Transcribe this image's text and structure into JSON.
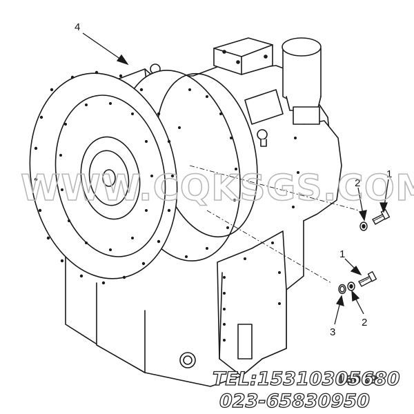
{
  "callouts": {
    "c4": "4",
    "c1_top": "1",
    "c2_top": "2",
    "c1_bottom": "1",
    "c2_bottom": "2",
    "c3": "3"
  },
  "watermark": {
    "site": "WWW.CQKSGS.COM",
    "phone_line1": "TEL:15310305680",
    "phone_line2": "023-65830950",
    "code": "16039"
  },
  "colors": {
    "line": "#1a1a1a",
    "watermark": "#b8b8b8"
  }
}
